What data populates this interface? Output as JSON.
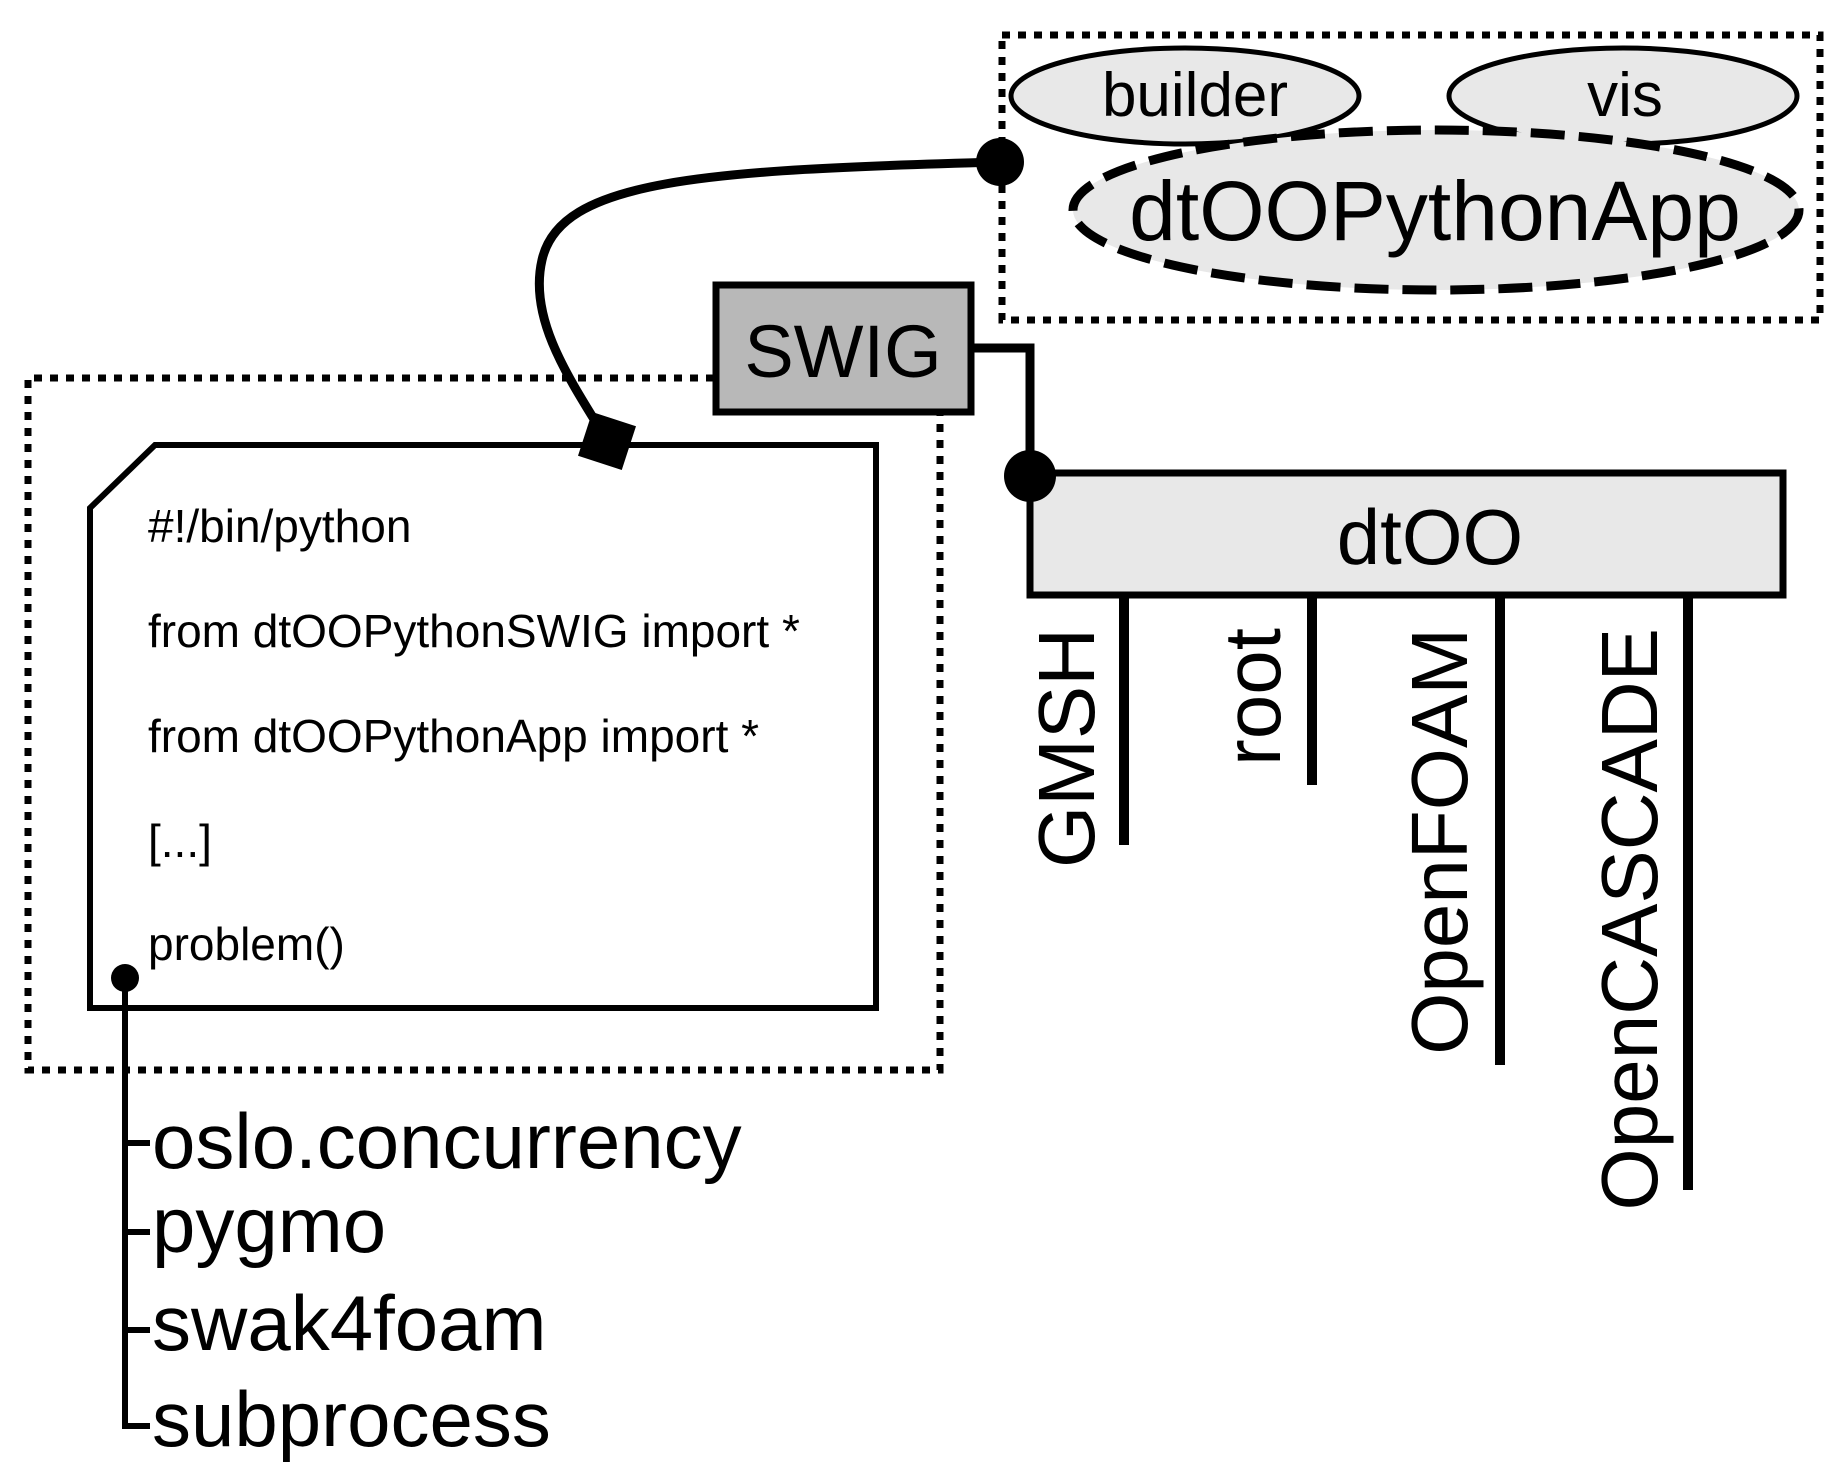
{
  "app": {
    "builder": "builder",
    "vis": "vis",
    "main": "dtOOPythonApp"
  },
  "swig": "SWIG",
  "dtoo": {
    "title": "dtOO",
    "deps": [
      "GMSH",
      "root",
      "OpenFOAM",
      "OpenCASCADE"
    ]
  },
  "script": {
    "lines": [
      "#!/bin/python",
      "from dtOOPythonSWIG import *",
      "from dtOOPythonApp import *",
      "[...]",
      "problem()"
    ]
  },
  "python_deps": [
    "oslo.concurrency",
    "pygmo",
    "swak4foam",
    "subprocess"
  ],
  "colors": {
    "ink": "#000000",
    "ellipse_fill": "#e8e8e8",
    "swig_fill": "#b8b8b8",
    "dtoo_fill": "#e8e8e8"
  }
}
